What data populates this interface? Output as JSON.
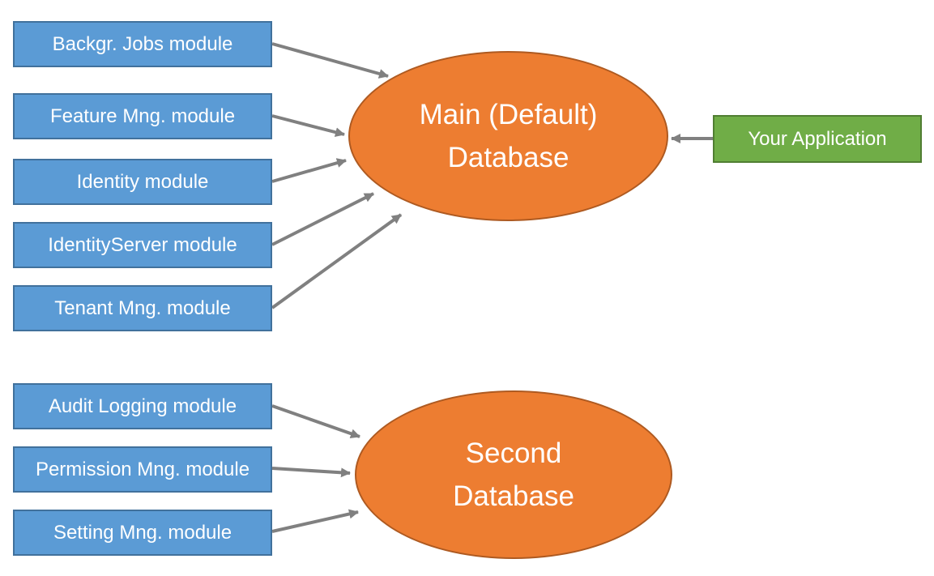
{
  "nodes": {
    "modules_main": [
      {
        "label": "Backgr. Jobs module"
      },
      {
        "label": "Feature Mng. module"
      },
      {
        "label": "Identity module"
      },
      {
        "label": "IdentityServer module"
      },
      {
        "label": "Tenant Mng. module"
      }
    ],
    "modules_second": [
      {
        "label": "Audit Logging module"
      },
      {
        "label": "Permission Mng. module"
      },
      {
        "label": "Setting Mng. module"
      }
    ],
    "databases": [
      {
        "line1": "Main (Default)",
        "line2": "Database"
      },
      {
        "line1": "Second",
        "line2": "Database"
      }
    ],
    "application": {
      "label": "Your Application"
    }
  },
  "colors": {
    "module_fill": "#5B9BD5",
    "module_border": "#41719C",
    "database_fill": "#ED7D31",
    "database_border": "#AE5A21",
    "application_fill": "#70AD47",
    "application_border": "#507E32",
    "arrow": "#808080",
    "text": "#FFFFFF"
  }
}
